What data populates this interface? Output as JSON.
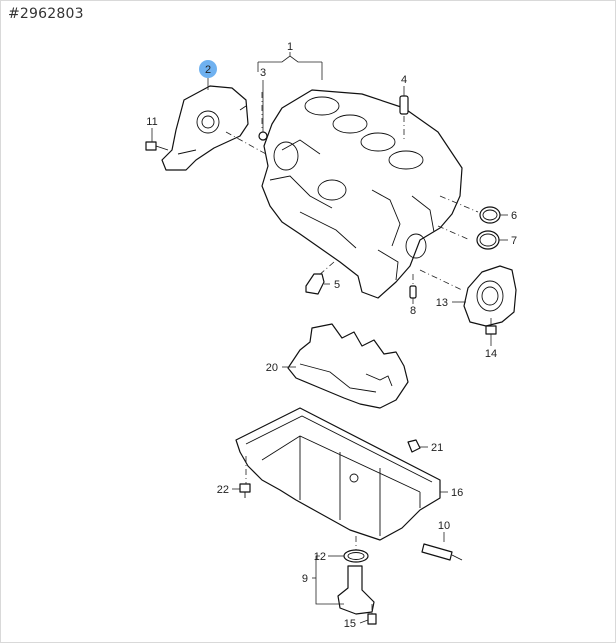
{
  "reference": "#2962803",
  "highlight_color": "#6fb1f0",
  "callouts": [
    {
      "id": "1"
    },
    {
      "id": "2",
      "highlighted": true
    },
    {
      "id": "3"
    },
    {
      "id": "4"
    },
    {
      "id": "5"
    },
    {
      "id": "6"
    },
    {
      "id": "7"
    },
    {
      "id": "8"
    },
    {
      "id": "9"
    },
    {
      "id": "10"
    },
    {
      "id": "11"
    },
    {
      "id": "12"
    },
    {
      "id": "13"
    },
    {
      "id": "14"
    },
    {
      "id": "15"
    },
    {
      "id": "16"
    },
    {
      "id": "20"
    },
    {
      "id": "21"
    },
    {
      "id": "22"
    }
  ],
  "labels": {
    "c1": "1",
    "c2": "2",
    "c3": "3",
    "c4": "4",
    "c5": "5",
    "c6": "6",
    "c7": "7",
    "c8": "8",
    "c9": "9",
    "c10": "10",
    "c11": "11",
    "c12": "12",
    "c13": "13",
    "c14": "14",
    "c15": "15",
    "c16": "16",
    "c20": "20",
    "c21": "21",
    "c22": "22"
  }
}
